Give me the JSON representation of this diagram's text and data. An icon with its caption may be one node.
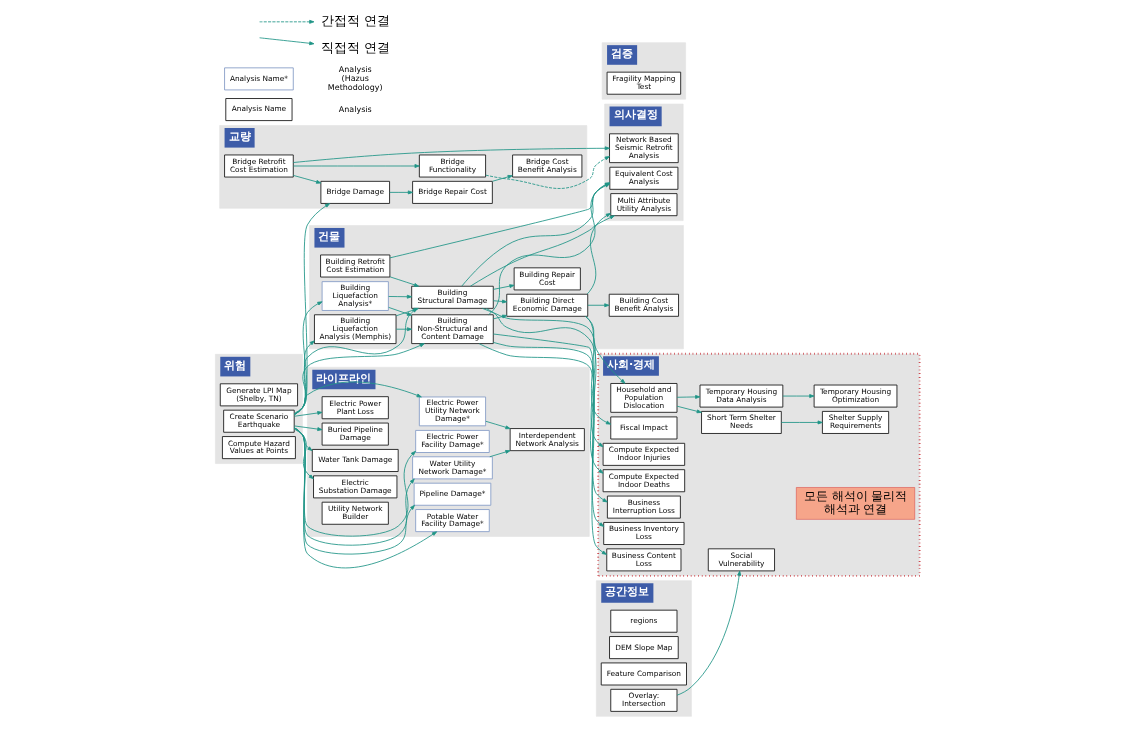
{
  "diagram": {
    "nodes": [
      {
        "text": [
          "위험"
        ]
      },
      {
        "text": [
          "Generate LPI Map (Shelby, TN)"
        ],
        "in": 0
      },
      {
        "text": [
          "Create Scenario Earthquake"
        ],
        "in": 0
      },
      {
        "text": [
          "Compute Hazard Values at Points"
        ],
        "in": 0
      },
      {
        "text": [
          "교량"
        ]
      },
      {
        "text": [
          "Bridge Retrofit Cost Estimation"
        ],
        "in": 4
      },
      {
        "text": [
          "Bridge Damage"
        ],
        "in": 4
      },
      {
        "text": [
          "Bridge Functionality"
        ],
        "in": 4
      },
      {
        "text": [
          "Bridge Repair Cost"
        ],
        "in": 4
      },
      {
        "text": [
          "Bridge Cost Benefit Analysis"
        ],
        "in": 4
      },
      {
        "text": [
          "건물"
        ]
      },
      {
        "text": [
          "Building Liquefaction Analysis (Memphis)"
        ],
        "in": 10
      },
      {
        "text": [
          "Building Liquefaction Analysis*"
        ],
        "in": 10
      },
      {
        "text": [
          "Building Retrofit Cost Estimation"
        ],
        "in": 10
      },
      {
        "text": [
          "Building Structural Damage"
        ],
        "in": 10
      },
      {
        "text": [
          "Building Non-Structural and Content Damage"
        ],
        "in": 10
      },
      {
        "text": [
          "Building Repair Cost"
        ],
        "in": 10
      },
      {
        "text": [
          "Building Direct Economic Damage"
        ],
        "in": 10
      },
      {
        "text": [
          "Building Cost Benefit Analysis"
        ],
        "in": 10
      },
      {
        "text": [
          "라이프라인"
        ]
      },
      {
        "text": [
          "Pipeline Damage*"
        ],
        "in": 19
      },
      {
        "text": [
          "Buried Pipeline Damage"
        ],
        "in": 19
      },
      {
        "text": [
          "Potable Water Facility Damage*"
        ],
        "in": 19
      },
      {
        "text": [
          "Water Tank Damage"
        ],
        "in": 19
      },
      {
        "text": [
          "Electric Power Facility Damage*"
        ],
        "in": 19
      },
      {
        "text": [
          "Electric Substation Damage"
        ],
        "in": 19
      },
      {
        "text": [
          "Water Utility Network Damage*"
        ],
        "in": 19
      },
      {
        "text": [
          "Electric Power Plant Loss"
        ],
        "in": 19
      },
      {
        "text": [
          "Electric Power Utility Network Damage*"
        ],
        "in": 19
      },
      {
        "text": [
          "Utility Network Builder"
        ],
        "in": 19
      },
      {
        "text": [
          "Interdependent Network Analysis"
        ],
        "in": 19
      },
      {
        "text": [
          "의사결정"
        ]
      },
      {
        "text": [
          "Network Based Seismic Retrofit Analysis"
        ],
        "in": 31
      },
      {
        "text": [
          "Equivalent Cost Analysis"
        ],
        "in": 31
      },
      {
        "text": [
          "Multi Attribute Utility Analysis"
        ],
        "in": 31
      },
      {
        "text": [
          "검증"
        ]
      },
      {
        "text": [
          "Fragility Mapping Test"
        ],
        "in": 35
      },
      {
        "text": [
          "공간정보"
        ]
      },
      {
        "text": [
          "regions"
        ],
        "in": 37
      },
      {
        "text": [
          "DEM Slope Map"
        ],
        "in": 37
      },
      {
        "text": [
          "Feature Comparison"
        ],
        "in": 37
      },
      {
        "text": [
          "Overlay: Intersection"
        ],
        "in": 37
      },
      {
        "text": [
          "사회·경제"
        ]
      },
      {
        "text": [
          "Fiscal Impact"
        ],
        "in": 42
      },
      {
        "text": [
          "Compute Expected Indoor Deaths"
        ],
        "in": 42
      },
      {
        "text": [
          "Household and Population Dislocation"
        ],
        "in": 42
      },
      {
        "text": [
          "Compute Expected Indoor Injuries"
        ],
        "in": 42
      },
      {
        "text": [
          "Business Content Loss"
        ],
        "in": 42
      },
      {
        "text": [
          "Business Interruption Loss"
        ],
        "in": 42
      },
      {
        "text": [
          "Business Inventory Loss"
        ],
        "in": 42
      },
      {
        "text": [
          "Short Term Shelter Needs"
        ],
        "in": 42
      },
      {
        "text": [
          "Temporary Housing Data Analysis"
        ],
        "in": 42
      },
      {
        "text": [
          "Social Vulnerability"
        ],
        "in": 42
      },
      {
        "text": [
          "Shelter Supply Requirements"
        ],
        "in": 42
      },
      {
        "text": [
          "Temporary Housing Optimization"
        ],
        "in": 42
      },
      {
        "text": [
          "모든 해석이 물리적 해석과 연결"
        ],
        "in": 42
      },
      {
        "text": [
          "Analysis Name"
        ]
      },
      {
        "text": [
          "Analysis Name*"
        ]
      }
    ],
    "labels": [
      "Analysis",
      "Analysis (Hazus Methodology)"
    ],
    "edges": [
      {
        "from": 2,
        "to": 6,
        "arrow": "to"
      },
      {
        "from": 2,
        "to": 11,
        "arrow": "to"
      },
      {
        "from": 2,
        "to": 12,
        "arrow": "to"
      },
      {
        "from": 2,
        "to": 14,
        "arrow": "to"
      },
      {
        "from": 2,
        "to": 15,
        "arrow": "to"
      },
      {
        "from": 2,
        "to": 20,
        "arrow": "to"
      },
      {
        "from": 2,
        "to": 21,
        "arrow": "to"
      },
      {
        "from": 2,
        "to": 22,
        "arrow": "to"
      },
      {
        "from": 2,
        "to": 23,
        "arrow": "to"
      },
      {
        "from": 2,
        "to": 24,
        "arrow": "to"
      },
      {
        "from": 2,
        "to": 25,
        "arrow": "to"
      },
      {
        "from": 2,
        "to": 26,
        "arrow": "to"
      },
      {
        "from": 2,
        "to": 27,
        "arrow": "to"
      },
      {
        "from": 2,
        "to": 28,
        "arrow": "to"
      },
      {
        "from": 5,
        "to": 6,
        "arrow": "to"
      },
      {
        "from": 5,
        "to": 7,
        "arrow": "to"
      },
      {
        "from": 5,
        "to": 32,
        "arrow": "to"
      },
      {
        "from": 6,
        "to": 8,
        "arrow": "to"
      },
      {
        "from": 7,
        "to": 32,
        "arrow": "to",
        "style": "dashed"
      },
      {
        "from": 8,
        "to": 9,
        "arrow": "to"
      },
      {
        "from": 11,
        "to": 14,
        "arrow": "to"
      },
      {
        "from": 11,
        "to": 15,
        "arrow": "to"
      },
      {
        "from": 12,
        "to": 14,
        "arrow": "to"
      },
      {
        "from": 12,
        "to": 15,
        "arrow": "to"
      },
      {
        "from": 13,
        "to": 14,
        "arrow": "to"
      },
      {
        "from": 13,
        "to": 33,
        "arrow": "to"
      },
      {
        "from": 14,
        "to": 33,
        "arrow": "to"
      },
      {
        "from": 15,
        "to": 33,
        "arrow": "to"
      },
      {
        "from": 14,
        "to": 16,
        "arrow": "to"
      },
      {
        "from": 14,
        "to": 17,
        "arrow": "to"
      },
      {
        "from": 15,
        "to": 17,
        "arrow": "to"
      },
      {
        "from": 14,
        "to": 34,
        "arrow": "to"
      },
      {
        "from": 17,
        "to": 34,
        "arrow": "to"
      },
      {
        "from": 17,
        "to": 18,
        "arrow": "to"
      },
      {
        "from": 17,
        "to": 43,
        "arrow": "to"
      },
      {
        "from": 17,
        "to": 45,
        "arrow": "to"
      },
      {
        "from": 14,
        "to": 44,
        "arrow": "to"
      },
      {
        "from": 14,
        "to": 46,
        "arrow": "to"
      },
      {
        "from": 15,
        "to": 47,
        "arrow": "to"
      },
      {
        "from": 15,
        "to": 48,
        "arrow": "to"
      },
      {
        "from": 15,
        "to": 49,
        "arrow": "to"
      },
      {
        "from": 45,
        "to": 50,
        "arrow": "to"
      },
      {
        "from": 45,
        "to": 51,
        "arrow": "to"
      },
      {
        "from": 50,
        "to": 53,
        "arrow": "to"
      },
      {
        "from": 51,
        "to": 54,
        "arrow": "to"
      },
      {
        "from": 41,
        "to": 52,
        "arrow": "to"
      },
      {
        "from": 26,
        "to": 30,
        "arrow": "to"
      },
      {
        "from": 28,
        "to": 30,
        "arrow": "to"
      }
    ],
    "legend": [
      {
        "text": "간접적 연결"
      },
      {
        "text": "직접적 연결"
      }
    ]
  }
}
